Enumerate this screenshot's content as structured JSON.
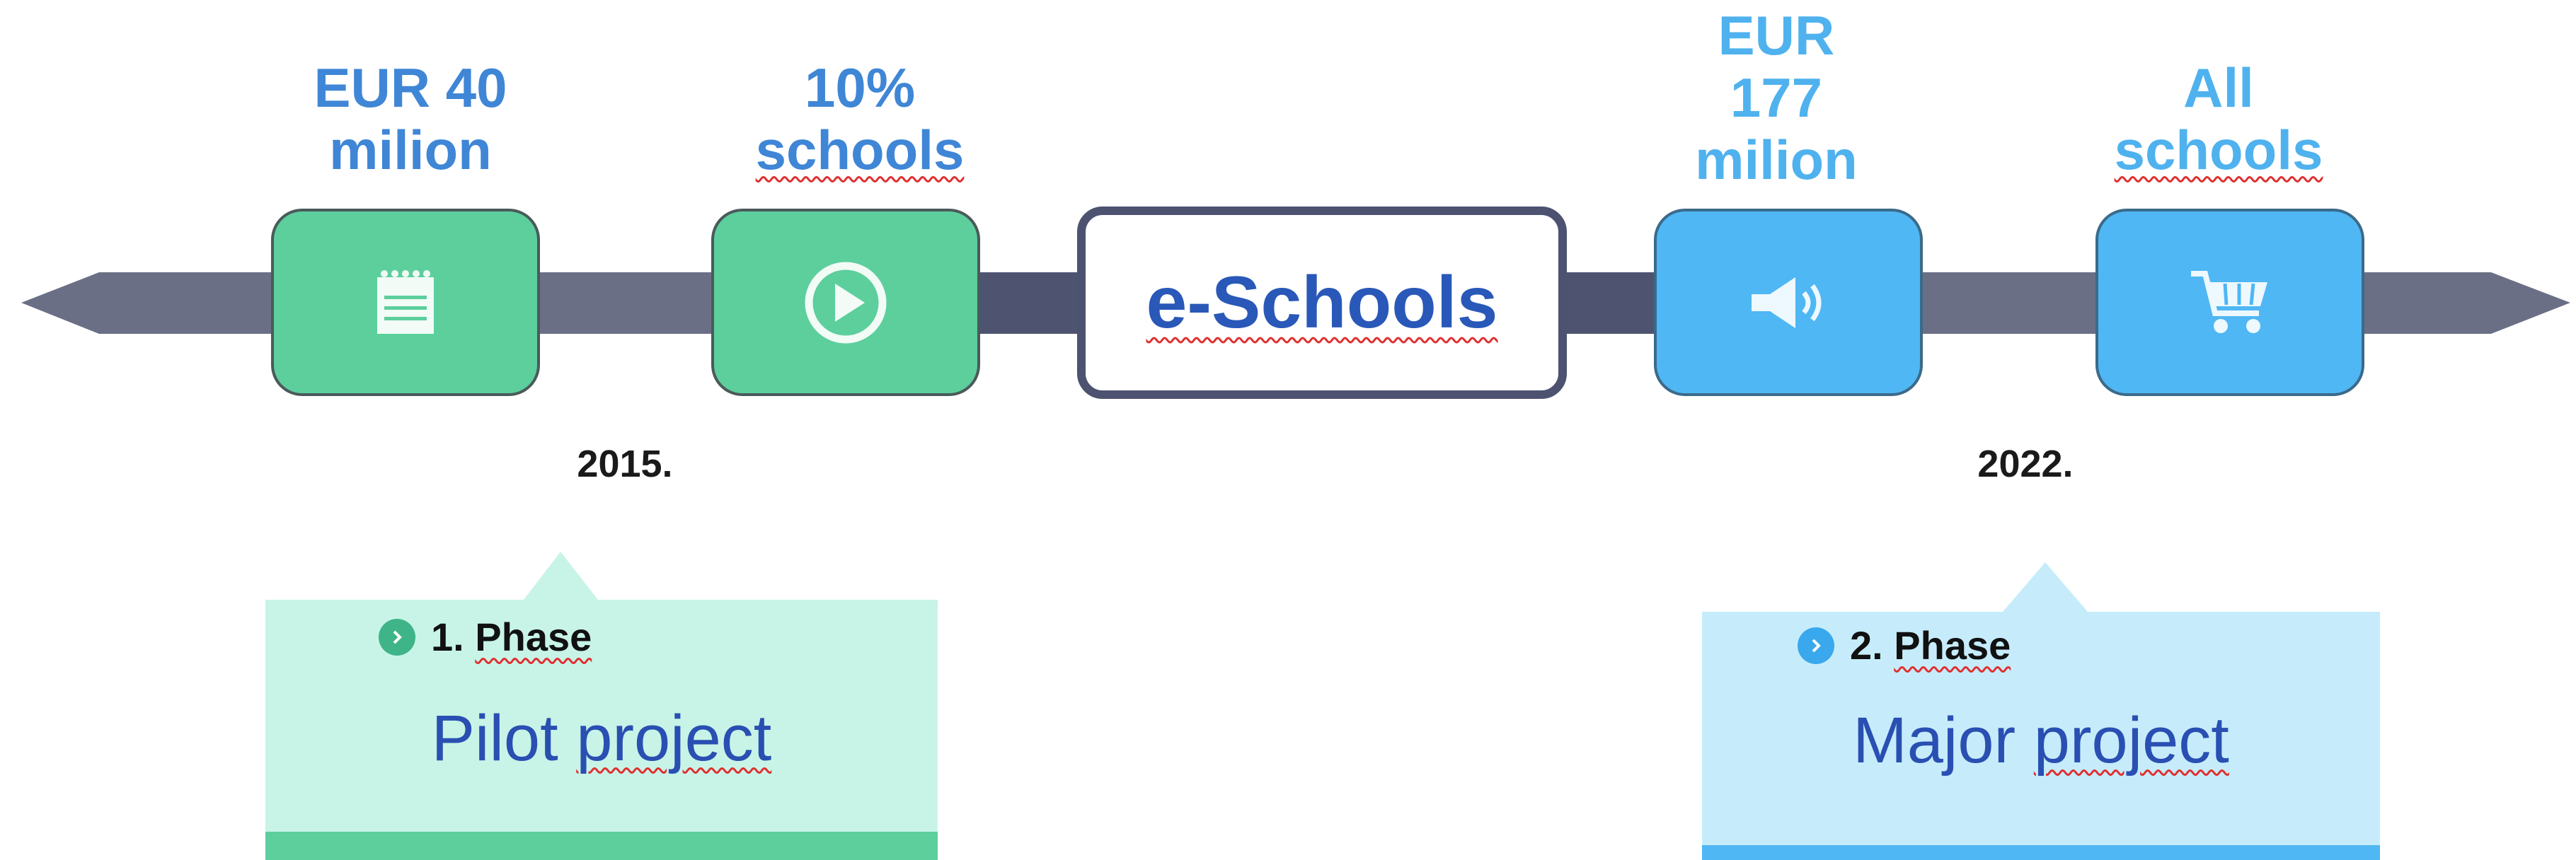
{
  "top_labels": {
    "phase1_budget_line1": "EUR 40",
    "phase1_budget_line2": "milion",
    "phase1_coverage_line1": "10%",
    "phase1_coverage_line2": "schools",
    "phase2_budget_line1": "EUR",
    "phase2_budget_line2": "177",
    "phase2_budget_line3": "milion",
    "phase2_coverage_line1": "All",
    "phase2_coverage_line2": "schools"
  },
  "center": {
    "title": "e-Schools"
  },
  "years": {
    "start": "2015.",
    "end": "2022."
  },
  "phases": [
    {
      "number": "1. ",
      "word": "Phase",
      "title_a": "Pilot ",
      "title_b": "project"
    },
    {
      "number": "2. ",
      "word": "Phase",
      "title_a": "Major ",
      "title_b": "project"
    }
  ],
  "icons": {
    "tile1": "notepad-icon",
    "tile2": "play-icon",
    "tile3": "speaker-icon",
    "tile4": "shopping-cart-icon"
  },
  "colors": {
    "green": "#5ccf9d",
    "blue": "#4fb7f3",
    "bar": "#6b6f86",
    "center_border": "#4c5270",
    "light_green_card": "#c8f4e8",
    "light_blue_card": "#c6ecfb"
  }
}
